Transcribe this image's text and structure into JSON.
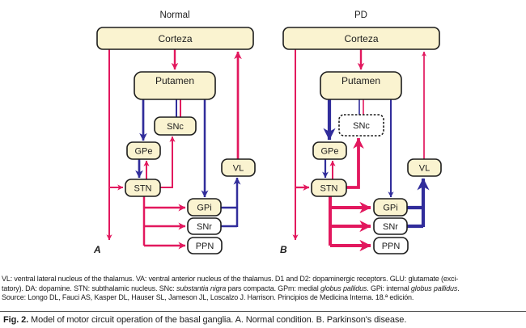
{
  "colors": {
    "red": "#e2185e",
    "blue": "#312d9b",
    "cream": "#faf3d0",
    "ink": "#1c1c1c",
    "rule": "#555555"
  },
  "figure": {
    "panels": [
      {
        "title": "Normal",
        "letter": "A"
      },
      {
        "title": "PD",
        "letter": "B"
      }
    ],
    "nodes": {
      "corteza": "Corteza",
      "putamen": "Putamen",
      "snc": "SNc",
      "gpe": "GPe",
      "stn": "STN",
      "gpi": "GPi",
      "snr": "SNr",
      "ppn": "PPN",
      "vl": "VL"
    }
  },
  "footnote": {
    "lines": [
      [
        {
          "t": "VL: ventral lateral nucleus of the thalamus. VA: ventral anterior nucleus of the thalamus. D1 and D2: dopaminergic receptors. GLU: glutamate (exci-"
        }
      ],
      [
        {
          "t": "tatory). DA: dopamine. STN: subthalamic nucleus. SNc: "
        },
        {
          "t": "substantia nigra",
          "i": true
        },
        {
          "t": " pars compacta. GPm: medial "
        },
        {
          "t": "globus pallidus",
          "i": true
        },
        {
          "t": ". GPi: internal "
        },
        {
          "t": "globus pallidus",
          "i": true
        },
        {
          "t": "."
        }
      ],
      [
        {
          "t": "Source: Longo DL, Fauci AS, Kasper DL, Hauser SL, Jameson JL, Loscalzo J. Harrison. Principios de Medicina Interna. 18.ª edición."
        }
      ]
    ]
  },
  "caption": {
    "segments": [
      {
        "t": "Fig. 2.",
        "b": true
      },
      {
        "t": "  Model of motor circuit operation of the basal ganglia. A. Normal condition. B. Parkinson's disease."
      }
    ]
  }
}
